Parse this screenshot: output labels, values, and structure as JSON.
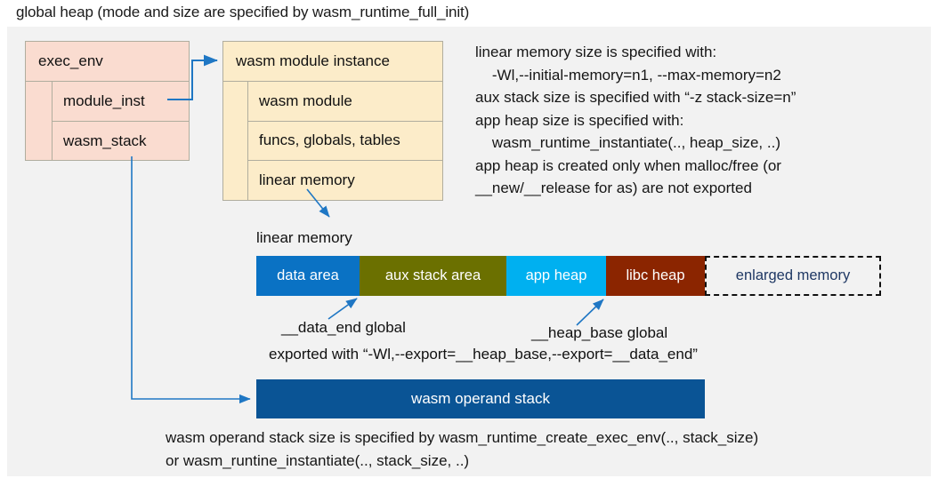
{
  "title": "global heap (mode and size are specified by wasm_runtime_full_init)",
  "colors": {
    "panel_bg": "#f2f2f2",
    "exec_env_fill": "#fadcd0",
    "module_instance_fill": "#fcecc9",
    "box_border": "#b0ad9e",
    "arrow": "#1f77c4",
    "data_area": "#0a72c4",
    "aux_stack_area": "#6b7000",
    "app_heap": "#00b0f0",
    "libc_heap": "#8b2500",
    "enlarged_memory_text": "#1f3864",
    "operand_stack": "#0a5495"
  },
  "exec_env": {
    "header": "exec_env",
    "fields": [
      "module_inst",
      "wasm_stack"
    ]
  },
  "module_instance": {
    "header": "wasm module instance",
    "fields": [
      "wasm module",
      "funcs, globals, tables",
      "linear memory"
    ]
  },
  "notes": "linear memory size is specified with:\n    -Wl,--initial-memory=n1, --max-memory=n2\naux stack size is specified with “-z stack-size=n”\napp heap size is specified with:\n    wasm_runtime_instantiate(.., heap_size, ..)\napp heap is created only when malloc/free (or\n__new/__release for as) are not exported",
  "linear_memory": {
    "label": "linear memory",
    "segments": [
      {
        "label": "data area",
        "color": "#0a72c4",
        "width": 116,
        "text_color": "#ffffff",
        "dashed": false
      },
      {
        "label": "aux stack area",
        "color": "#6b7000",
        "width": 165,
        "text_color": "#ffffff",
        "dashed": false
      },
      {
        "label": "app heap",
        "color": "#00b0f0",
        "width": 112,
        "text_color": "#ffffff",
        "dashed": false
      },
      {
        "label": "libc heap",
        "color": "#8b2500",
        "width": 111,
        "text_color": "#ffffff",
        "dashed": false
      },
      {
        "label": "enlarged memory",
        "color": "#f2f2f2",
        "width": 198,
        "text_color": "#1f3864",
        "dashed": true
      }
    ]
  },
  "annotations": {
    "data_end": "__data_end global",
    "heap_base": "__heap_base global",
    "export_line": "exported with “-Wl,--export=__heap_base,--export=__data_end”"
  },
  "operand_stack": {
    "label": "wasm operand stack",
    "footer": "wasm operand stack size is specified by wasm_runtime_create_exec_env(.., stack_size)\nor wasm_runtine_instantiate(.., stack_size, ..)"
  }
}
